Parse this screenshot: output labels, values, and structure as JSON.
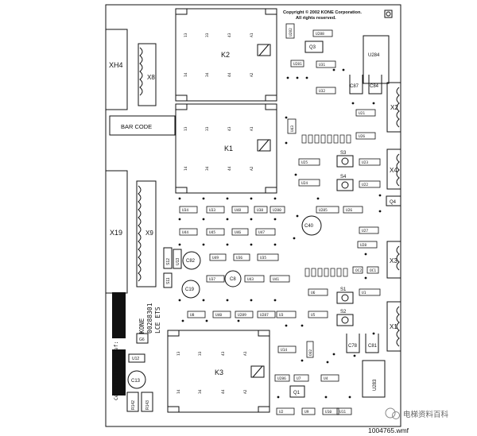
{
  "copyright": {
    "line1": "Copyright © 2002 KONE Corporation.",
    "line2": "All rights reserved."
  },
  "figure_id": "1004765.wmf",
  "watermark": {
    "text": "电梯资料百科"
  },
  "bar_code_label": "BAR CODE",
  "product_label": {
    "line1": "KONE",
    "line2": "00288301",
    "line3": "LCE ETS"
  },
  "certificate_label": "Certificate by Ref:",
  "relays": {
    "k2": {
      "name": "K2",
      "pins_left": [
        "13",
        "14"
      ],
      "pins_mid": [
        "33",
        "34"
      ],
      "pins_right": [
        "43",
        "44"
      ],
      "coil": [
        "A1",
        "A2"
      ]
    },
    "k1": {
      "name": "K1",
      "pins_left": [
        "13",
        "14"
      ],
      "pins_mid": [
        "33",
        "34"
      ],
      "pins_right": [
        "43",
        "44"
      ],
      "coil": [
        "A1",
        "A2"
      ]
    },
    "k3": {
      "name": "K3",
      "pins_left": [
        "13",
        "14"
      ],
      "pins_mid": [
        "33",
        "34"
      ],
      "pins_right": [
        "43",
        "44"
      ],
      "coil": [
        "A1",
        "A2"
      ]
    }
  },
  "connectors": {
    "xh4": "XH4",
    "x8": "X8",
    "x19": "X19",
    "x9": "X9",
    "x2": "X2",
    "x4": "X4",
    "x3": "X3",
    "x1": "X1"
  },
  "switches": {
    "s3": "S3",
    "s4": "S4",
    "s1": "S1",
    "s2": "S2"
  },
  "transistors": {
    "q3": "Q3",
    "q4": "Q4",
    "q1": "Q1"
  },
  "components": {
    "u284": "U284",
    "u283": "U283",
    "c87": "C87",
    "c84": "C84",
    "c40": "C40",
    "c82": "C82",
    "c8": "C8",
    "c19": "C19",
    "c78": "C78",
    "c81": "C81",
    "c13": "C13",
    "r142": "R142",
    "r143": "R143",
    "g6": "G6",
    "u12": "U12",
    "s12": "S12",
    "s11": "S11",
    "u13": "U13",
    "u282": "U282",
    "u288": "U288",
    "u281": "U281",
    "u31": "U31",
    "u32": "U32",
    "u25": "U25",
    "u24": "U24",
    "u23": "U23",
    "u22": "U22",
    "u21": "U21",
    "u26": "U26",
    "u285": "U285",
    "u27": "U27",
    "u28": "U28",
    "u34": "U34",
    "u33": "U33",
    "u48": "U48",
    "u38": "U38",
    "u280": "U280",
    "u44": "U44",
    "u45": "U45",
    "u46": "U46",
    "u47": "U47",
    "u49": "U49",
    "u36": "U36",
    "u35": "U35",
    "u39": "U39",
    "u37": "U37",
    "u43": "U43",
    "u41": "U41",
    "u42": "U42",
    "u6": "U6",
    "u1": "U1",
    "u8": "U8",
    "u40": "U40",
    "u289": "U289",
    "u287": "U287",
    "u3": "U3",
    "u5": "U5",
    "u14": "U14",
    "u9": "U9",
    "u286": "U286",
    "u7": "U7",
    "u4": "U4",
    "u2": "U2",
    "u10": "U10",
    "u11": "U11",
    "u43b": "U43",
    "ou2": "OU2",
    "oc2": "OC2",
    "oc1": "OC1"
  }
}
